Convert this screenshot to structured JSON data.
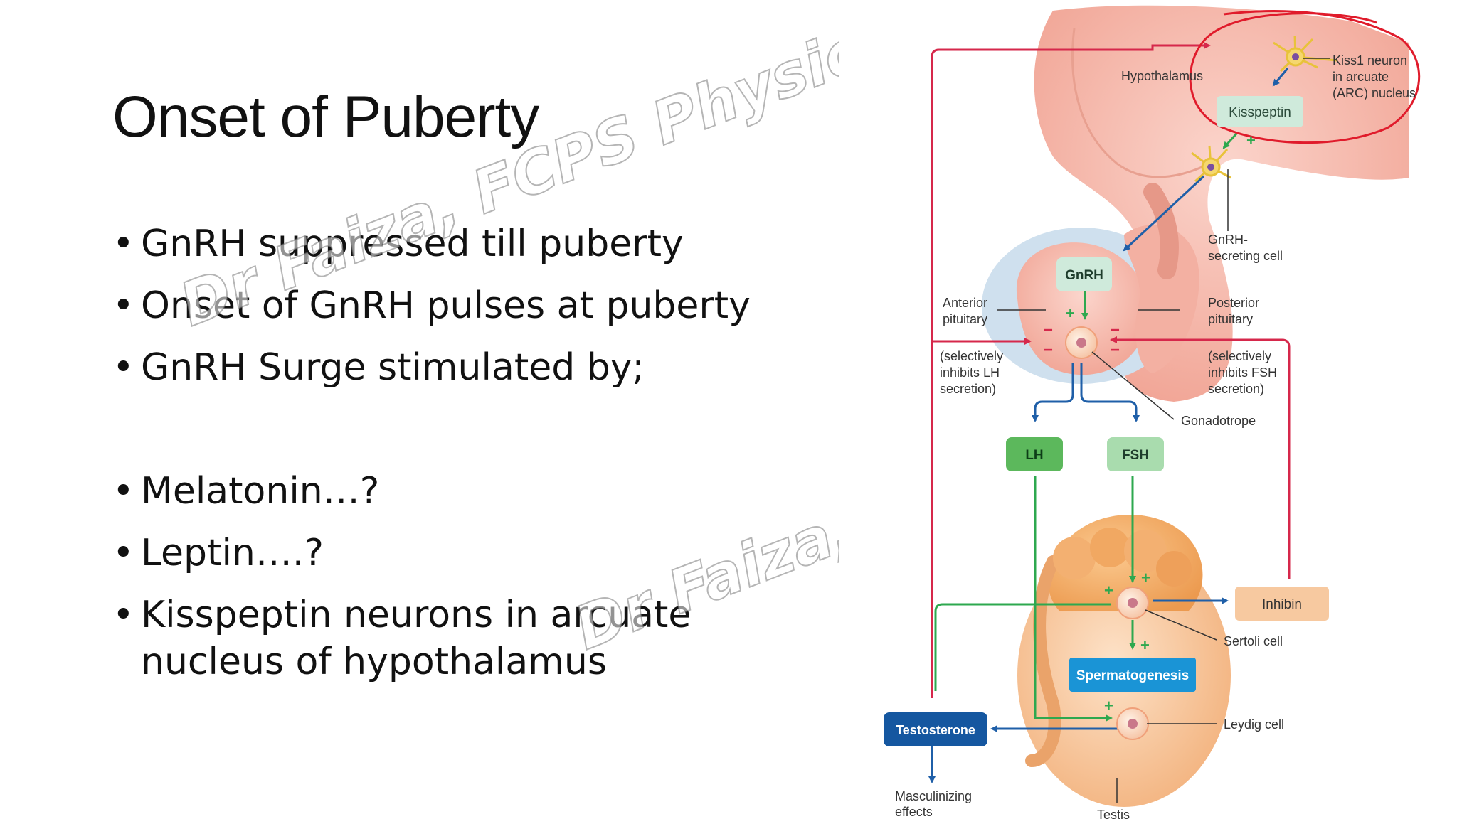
{
  "slide": {
    "title": "Onset of Puberty",
    "bullets": [
      "GnRH suppressed till puberty",
      "Onset of GnRH pulses at puberty",
      "GnRH Surge stimulated by;",
      "Melatonin…?",
      "Leptin….?",
      "Kisspeptin neurons in arcuate nucleus of hypothalamus"
    ],
    "watermarks": [
      "Dr Faiza, FCPS Physiol",
      "Dr Faiza,"
    ]
  },
  "diagram": {
    "labels": {
      "hypothalamus": "Hypothalamus",
      "kiss1_line1": "Kiss1 neuron",
      "kiss1_line2": "in arcuate",
      "kiss1_line3": "(ARC) nucleus",
      "kisspeptin": "Kisspeptin",
      "gnrh_cell_line1": "GnRH-",
      "gnrh_cell_line2": "secreting cell",
      "gnrh": "GnRH",
      "anterior_line1": "Anterior",
      "anterior_line2": "pituitary",
      "posterior_line1": "Posterior",
      "posterior_line2": "pituitary",
      "sel_lh_line1": "(selectively",
      "sel_lh_line2": "inhibits LH",
      "sel_lh_line3": "secretion)",
      "sel_fsh_line1": "(selectively",
      "sel_fsh_line2": "inhibits FSH",
      "sel_fsh_line3": "secretion)",
      "gonadotrope": "Gonadotrope",
      "lh": "LH",
      "fsh": "FSH",
      "inhibin": "Inhibin",
      "sertoli": "Sertoli cell",
      "spermatogenesis": "Spermatogenesis",
      "leydig": "Leydig cell",
      "testosterone": "Testosterone",
      "masc_line1": "Masculinizing",
      "masc_line2": "effects",
      "testis": "Testis",
      "plus": "+",
      "minus": "−"
    },
    "colors": {
      "feedback_red": "#d6284b",
      "blue_arrow": "#1f5fa8",
      "green_arrow": "#2ea84f",
      "annotation_red": "#e01b2b",
      "box_green": "#5cb85c",
      "box_blue": "#1a94d6",
      "box_dark_blue": "#1557a0",
      "inhibin_fill": "#f7c9a0"
    }
  }
}
